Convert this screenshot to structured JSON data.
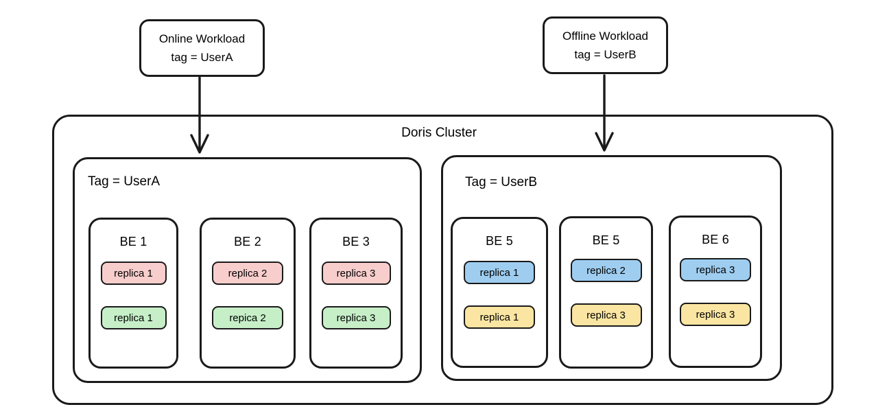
{
  "diagram": {
    "title": "Doris Cluster",
    "callouts": [
      {
        "name": "online-workload",
        "line1": "Online Workload",
        "line2": "tag = UserA"
      },
      {
        "name": "offline-workload",
        "line1": "Offline Workload",
        "line2": "tag = UserB"
      }
    ],
    "groups": [
      {
        "id": "group-usera",
        "title": "Tag = UserA",
        "backends": [
          {
            "id": "be-1",
            "label": "BE 1",
            "replicas": [
              {
                "label": "replica 1",
                "color_name": "pink",
                "color": "#f8cecc"
              },
              {
                "label": "replica 1",
                "color_name": "green",
                "color": "#c6efc8"
              }
            ]
          },
          {
            "id": "be-2",
            "label": "BE 2",
            "replicas": [
              {
                "label": "replica 2",
                "color_name": "pink",
                "color": "#f8cecc"
              },
              {
                "label": "repica 2",
                "color_name": "green",
                "color": "#c6efc8"
              }
            ]
          },
          {
            "id": "be-3",
            "label": "BE 3",
            "replicas": [
              {
                "label": "replica 3",
                "color_name": "pink",
                "color": "#f8cecc"
              },
              {
                "label": "replica 3",
                "color_name": "green",
                "color": "#c6efc8"
              }
            ]
          }
        ]
      },
      {
        "id": "group-userb",
        "title": "Tag = UserB",
        "backends": [
          {
            "id": "be-5-a",
            "label": "BE 5",
            "replicas": [
              {
                "label": "replica 1",
                "color_name": "blue",
                "color": "#9ecdf0"
              },
              {
                "label": "replica 1",
                "color_name": "yellow",
                "color": "#fbe5a2"
              }
            ]
          },
          {
            "id": "be-5-b",
            "label": "BE 5",
            "replicas": [
              {
                "label": "replica 2",
                "color_name": "blue",
                "color": "#9ecdf0"
              },
              {
                "label": "replica 3",
                "color_name": "yellow",
                "color": "#fbe5a2"
              }
            ]
          },
          {
            "id": "be-6",
            "label": "BE 6",
            "replicas": [
              {
                "label": "replica 3",
                "color_name": "blue",
                "color": "#9ecdf0"
              },
              {
                "label": "replica 3",
                "color_name": "yellow",
                "color": "#fbe5a2"
              }
            ]
          }
        ]
      }
    ],
    "arrows": [
      {
        "name": "arrow-online-to-usera",
        "from": "online-workload",
        "to": "group-usera"
      },
      {
        "name": "arrow-offline-to-userb",
        "from": "offline-workload",
        "to": "group-userb"
      }
    ],
    "colors": {
      "stroke": "#1a1a1a",
      "background": "#ffffff"
    }
  }
}
